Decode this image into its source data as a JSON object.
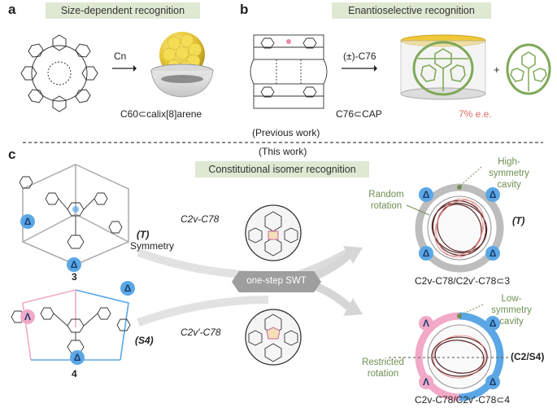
{
  "panels": {
    "a": "a",
    "b": "b",
    "c": "c"
  },
  "banners": {
    "a": "Size-dependent recognition",
    "b": "Enantioselective recognition",
    "c": "Constitutional isomer recognition"
  },
  "panel_a": {
    "arrow_label": "Cn",
    "caption": "C60⊂calix[8]arene"
  },
  "panel_b": {
    "arrow_label": "(±)-C76",
    "caption": "C76⊂CAP",
    "plus": "+",
    "ee": "7% e.e."
  },
  "divider": {
    "previous": "(Previous work)",
    "this": "(This work)"
  },
  "panel_c": {
    "left_top": {
      "symmetry_label": "(T)",
      "symmetry_word": "Symmetry",
      "compound": "3"
    },
    "left_bottom": {
      "symmetry_label": "(S4)",
      "compound": "4"
    },
    "middle": {
      "top_isomer": "C2v-C78",
      "bottom_isomer": "C2v′-C78",
      "process": "one-step SWT"
    },
    "right_top": {
      "cavity": "High-symmetry cavity",
      "rotation": "Random rotation",
      "symmetry": "(T)",
      "caption": "C2v-C78/C2v′-C78⊂3"
    },
    "right_bottom": {
      "cavity": "Low-symmetry cavity",
      "rotation": "Restricted rotation",
      "symmetry": "(C2/S4)",
      "caption": "C2v-C78/C2v′-C78⊂4"
    },
    "badges": {
      "delta": "Δ",
      "lambda": "Λ"
    }
  },
  "colors": {
    "banner": "#dfe8d2",
    "green_text": "#6f8f52",
    "red_text": "#e06a6a",
    "blue": "#5ba7e6",
    "pink": "#f1a9c7",
    "gray": "#bdbdbd"
  }
}
